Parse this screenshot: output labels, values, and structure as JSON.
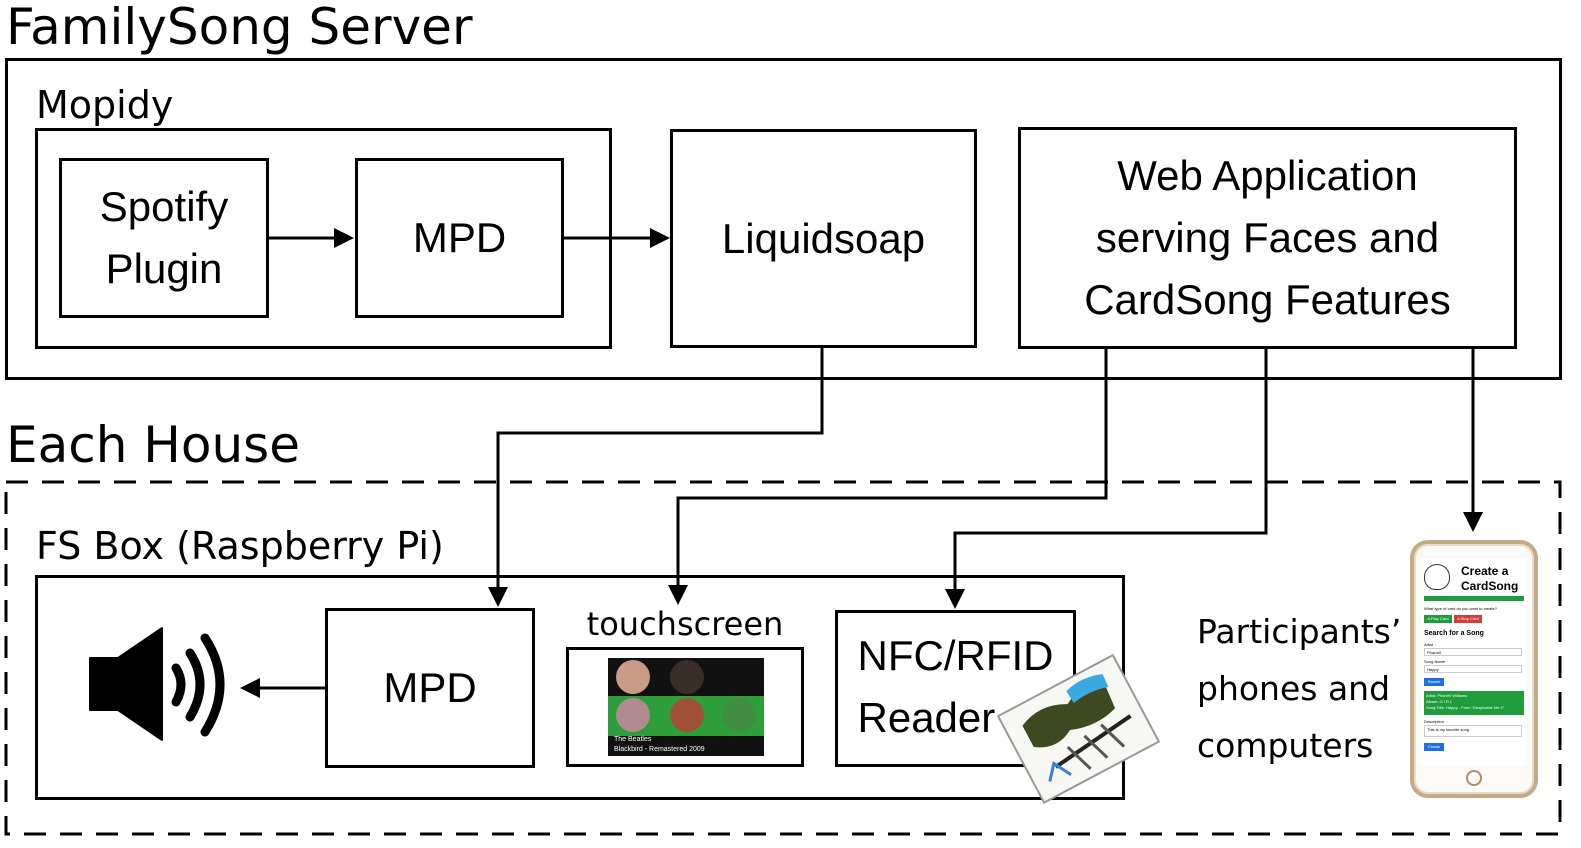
{
  "server": {
    "title": "FamilySong Server",
    "mopidy": {
      "title": "Mopidy",
      "spotify_plugin": [
        "Spotify",
        "Plugin"
      ],
      "mpd": "MPD"
    },
    "liquidsoap": "Liquidsoap",
    "web_app": [
      "Web Application",
      "serving Faces and",
      "CardSong Features"
    ]
  },
  "house": {
    "title": "Each House",
    "fs_box": {
      "title": "FS Box (Raspberry Pi)",
      "mpd": "MPD",
      "touchscreen": {
        "label": "touchscreen",
        "track_artist": "The Beatles",
        "track_title": "Blackbird - Remastered 2009"
      },
      "nfc_reader": [
        "NFC/RFID",
        "Reader"
      ]
    },
    "participants": [
      "Participants’",
      "phones and",
      "computers"
    ],
    "phone": {
      "title_line1": "Create a",
      "title_line2": "CardSong",
      "question": "What type of card do you want to create?",
      "play_card": "A Play Card",
      "stop_card": "A Stop Card",
      "search_heading": "Search for a Song",
      "artist_label": "Artist",
      "artist_value": "Pharrell",
      "song_label": "Song Name",
      "song_value": "Happy",
      "search_button": "Search",
      "result_line1": "Artist: Pharrell Williams",
      "result_line2": "Album: G I R L",
      "result_line3": "Song Title: Happy - From \"Despicable Me 2\"",
      "description_label": "Description",
      "description_value": "This is my favorite song",
      "create_button": "Create"
    }
  },
  "colors": {
    "line": "#000000",
    "screen_green": "#2e9e3a",
    "phone_green": "#1f9c3c",
    "phone_blue": "#1e6fe0",
    "phone_red": "#d83a3a"
  }
}
